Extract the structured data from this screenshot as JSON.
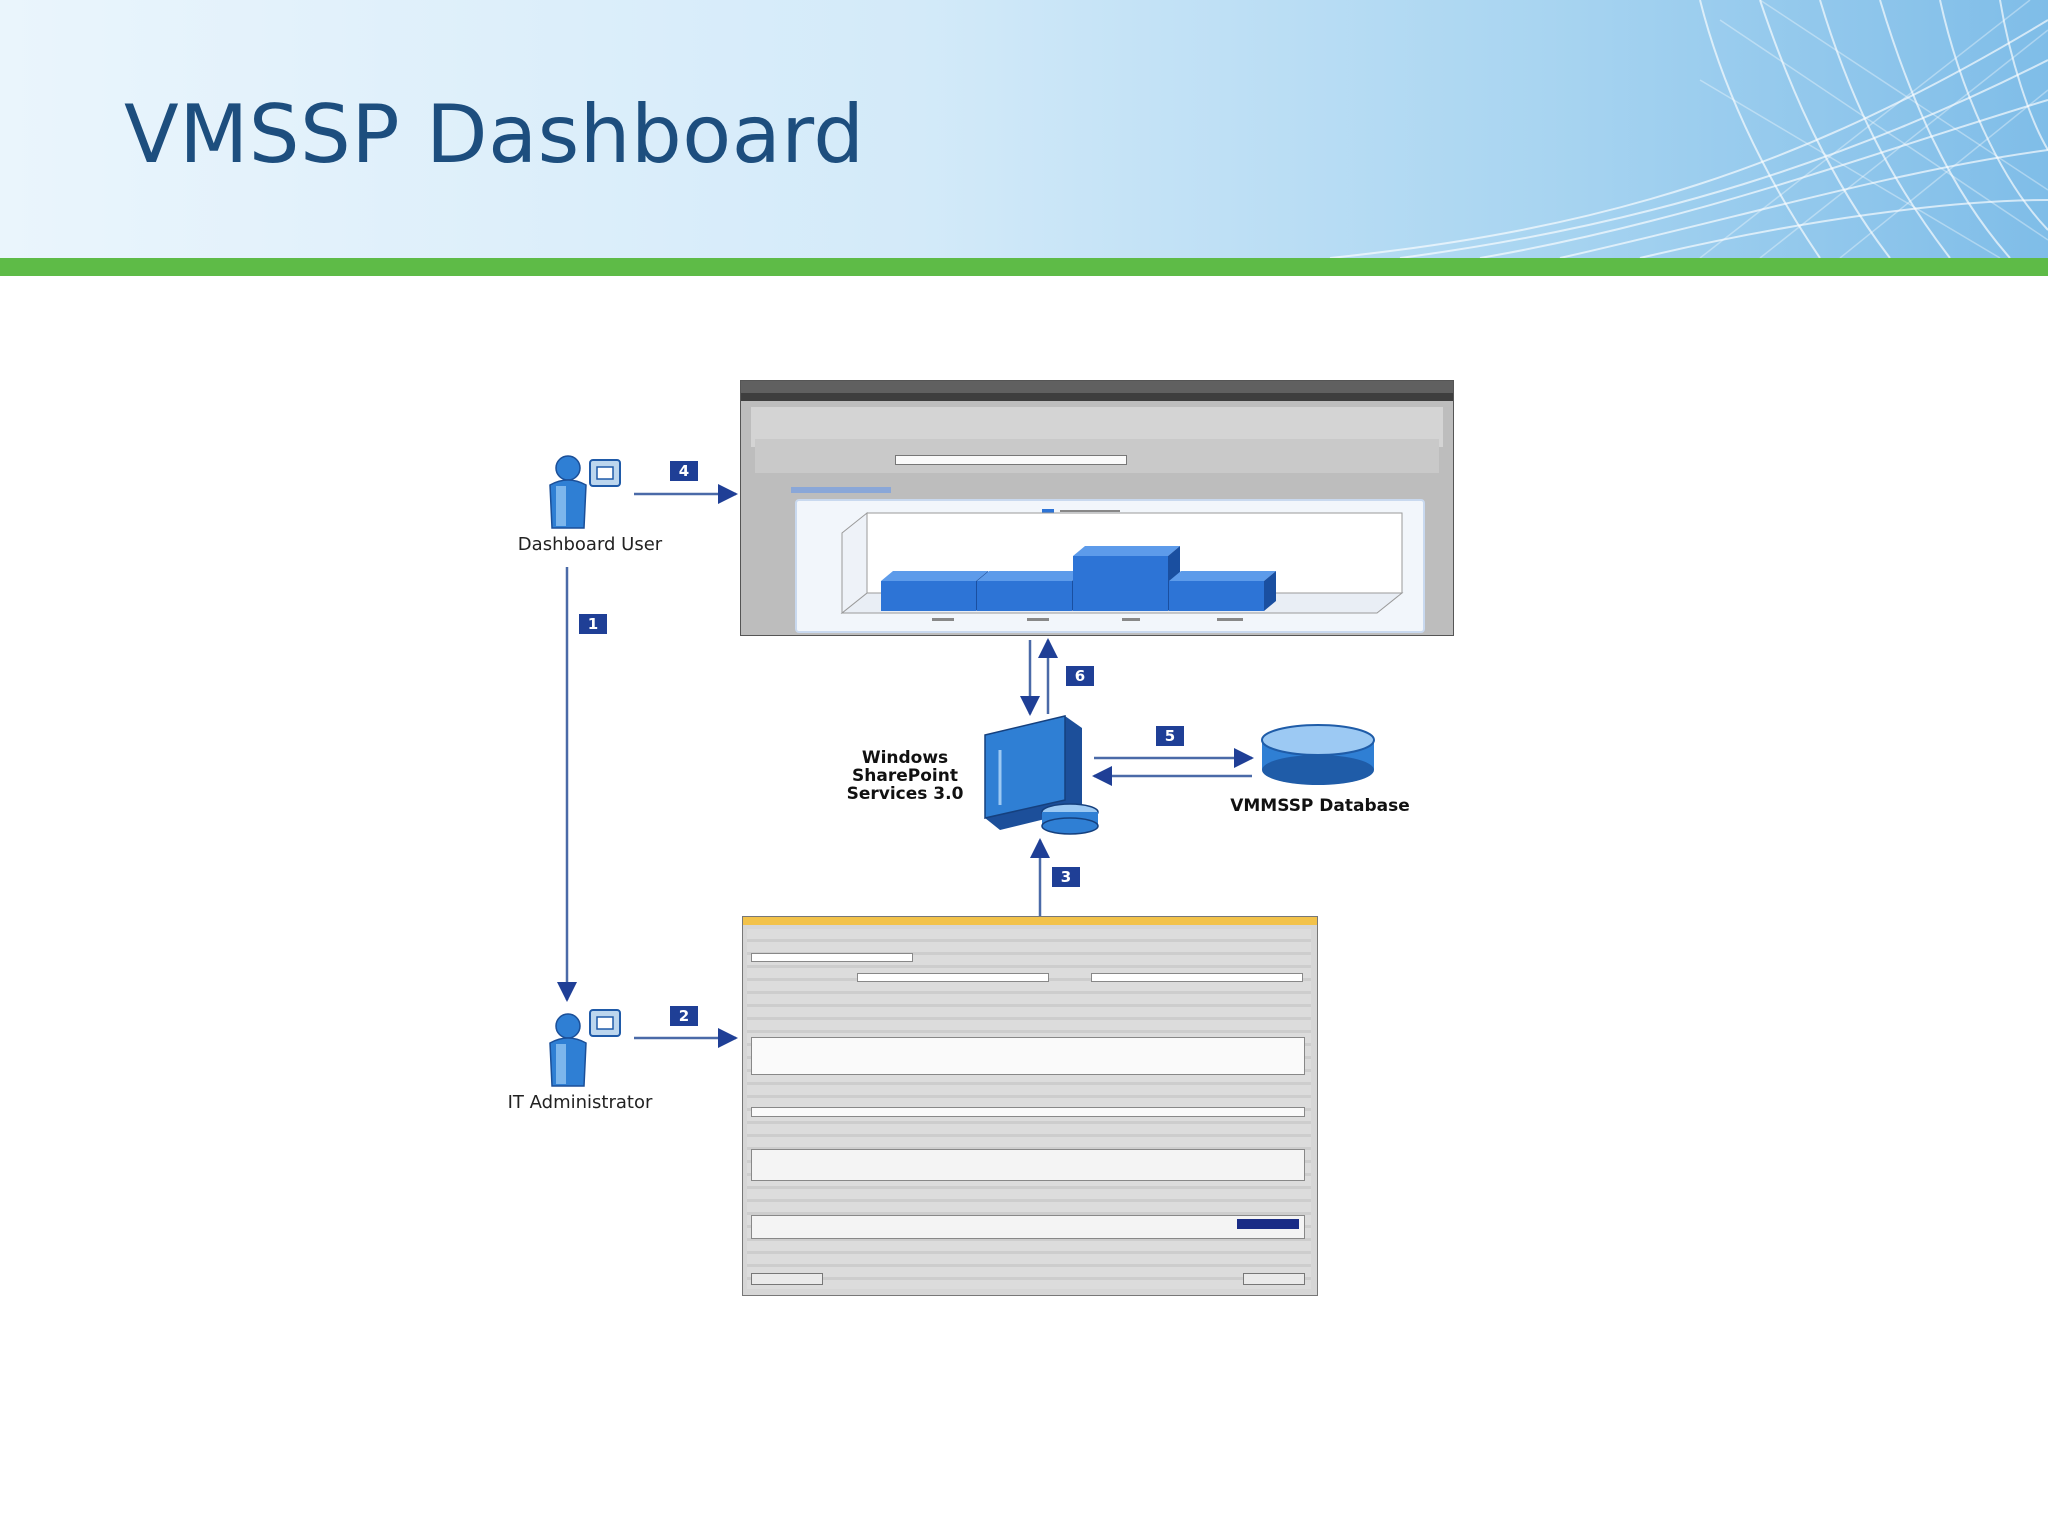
{
  "slide": {
    "title": "VMSSP Dashboard"
  },
  "actors": {
    "dashboard_user": "Dashboard User",
    "it_admin": "IT Administrator",
    "sharepoint": [
      "Windows",
      "SharePoint",
      "Services 3.0"
    ],
    "database": "VMMSSP Database"
  },
  "steps": [
    "1",
    "2",
    "3",
    "4",
    "5",
    "6"
  ],
  "colors": {
    "title": "#1d4e7e",
    "accent_green": "#5ebb47",
    "step_badge": "#1f3f96",
    "server_blue": "#2f7fd4",
    "bar_blue": "#2d74d6"
  }
}
